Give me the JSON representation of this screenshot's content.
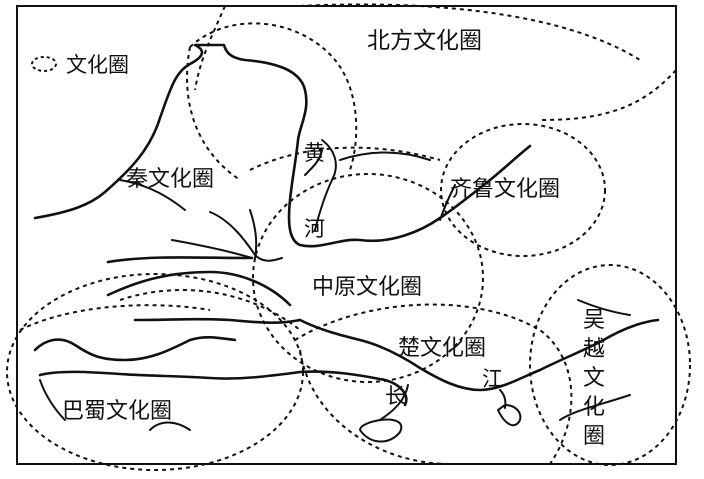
{
  "legend": {
    "label": "文化圈"
  },
  "regions": {
    "north": "北方文化圈",
    "qin": "秦文化圈",
    "qilu": "齐鲁文化圈",
    "zhongyuan": "中原文化圈",
    "chu": "楚文化圈",
    "bashu": "巴蜀文化圈",
    "wuyue": [
      "吴",
      "越",
      "文",
      "化",
      "圈"
    ]
  },
  "rivers": {
    "huang": [
      "黄",
      "河"
    ],
    "chang": [
      "长",
      "江"
    ]
  },
  "icons": {
    "legend_marker": "dashed-ellipse-icon"
  }
}
